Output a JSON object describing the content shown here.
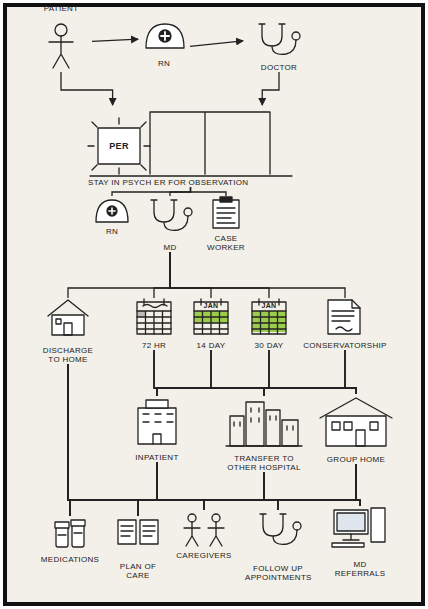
{
  "diagram": {
    "nodes": [
      {
        "text": [
          "PATIENT"
        ]
      },
      {
        "text": [
          "RN"
        ]
      },
      {
        "text": [
          "DOCTOR"
        ]
      },
      {
        "text": [
          "PER",
          "STAY IN PSYCH ER FOR OBSERVATION"
        ]
      },
      {
        "text": [
          "RN"
        ]
      },
      {
        "text": [
          "MD"
        ]
      },
      {
        "text": [
          "CASE WORKER"
        ]
      },
      {
        "text": [
          "DISCHARGE TO HOME"
        ]
      },
      {
        "text": [
          "72 HR"
        ]
      },
      {
        "text": [
          "JAN",
          "14 DAY"
        ]
      },
      {
        "text": [
          "JAN",
          "30 DAY"
        ]
      },
      {
        "text": [
          "CONSERVATORSHIP"
        ]
      },
      {
        "text": [
          "INPATIENT"
        ]
      },
      {
        "text": [
          "TRANSFER TO OTHER HOSPITAL"
        ]
      },
      {
        "text": [
          "GROUP HOME"
        ]
      },
      {
        "text": [
          "MEDICATIONS"
        ]
      },
      {
        "text": [
          "PLAN OF CARE"
        ]
      },
      {
        "text": [
          "CAREGIVERS"
        ]
      },
      {
        "text": [
          "FOLLOW UP APPOINTMENTS"
        ]
      },
      {
        "text": [
          "MD REFERRALS"
        ]
      }
    ],
    "edges": [
      {
        "from": 0,
        "to": 1,
        "arrow": "to"
      },
      {
        "from": 1,
        "to": 2,
        "arrow": "to"
      },
      {
        "from": 0,
        "to": 3,
        "arrow": "to"
      },
      {
        "from": 2,
        "to": 3,
        "arrow": "to"
      },
      {
        "from": 3,
        "to": 4,
        "arrow": "none"
      },
      {
        "from": 3,
        "to": 5,
        "arrow": "none"
      },
      {
        "from": 3,
        "to": 6,
        "arrow": "none"
      },
      {
        "from": 5,
        "to": 7,
        "arrow": "none"
      },
      {
        "from": 5,
        "to": 8,
        "arrow": "none"
      },
      {
        "from": 5,
        "to": 9,
        "arrow": "none"
      },
      {
        "from": 5,
        "to": 10,
        "arrow": "none"
      },
      {
        "from": 5,
        "to": 11,
        "arrow": "none"
      },
      {
        "from": 8,
        "to": 12,
        "arrow": "none"
      },
      {
        "from": 8,
        "to": 13,
        "arrow": "none"
      },
      {
        "from": 8,
        "to": 14,
        "arrow": "none"
      },
      {
        "from": 9,
        "to": 12,
        "arrow": "none"
      },
      {
        "from": 9,
        "to": 13,
        "arrow": "none"
      },
      {
        "from": 9,
        "to": 14,
        "arrow": "none"
      },
      {
        "from": 10,
        "to": 12,
        "arrow": "none"
      },
      {
        "from": 10,
        "to": 13,
        "arrow": "none"
      },
      {
        "from": 10,
        "to": 14,
        "arrow": "none"
      },
      {
        "from": 11,
        "to": 12,
        "arrow": "none"
      },
      {
        "from": 11,
        "to": 13,
        "arrow": "none"
      },
      {
        "from": 11,
        "to": 14,
        "arrow": "none"
      },
      {
        "from": 7,
        "to": 15,
        "arrow": "none"
      },
      {
        "from": 7,
        "to": 16,
        "arrow": "none"
      },
      {
        "from": 7,
        "to": 17,
        "arrow": "none"
      },
      {
        "from": 7,
        "to": 18,
        "arrow": "none"
      },
      {
        "from": 7,
        "to": 19,
        "arrow": "none"
      },
      {
        "from": 12,
        "to": 15,
        "arrow": "none"
      },
      {
        "from": 12,
        "to": 16,
        "arrow": "none"
      },
      {
        "from": 12,
        "to": 17,
        "arrow": "none"
      },
      {
        "from": 12,
        "to": 18,
        "arrow": "none"
      },
      {
        "from": 12,
        "to": 19,
        "arrow": "none"
      },
      {
        "from": 13,
        "to": 15,
        "arrow": "none"
      },
      {
        "from": 13,
        "to": 16,
        "arrow": "none"
      },
      {
        "from": 13,
        "to": 17,
        "arrow": "none"
      },
      {
        "from": 13,
        "to": 18,
        "arrow": "none"
      },
      {
        "from": 13,
        "to": 19,
        "arrow": "none"
      },
      {
        "from": 14,
        "to": 15,
        "arrow": "none"
      },
      {
        "from": 14,
        "to": 16,
        "arrow": "none"
      },
      {
        "from": 14,
        "to": 17,
        "arrow": "none"
      },
      {
        "from": 14,
        "to": 18,
        "arrow": "none"
      },
      {
        "from": 14,
        "to": 19,
        "arrow": "none"
      }
    ]
  }
}
